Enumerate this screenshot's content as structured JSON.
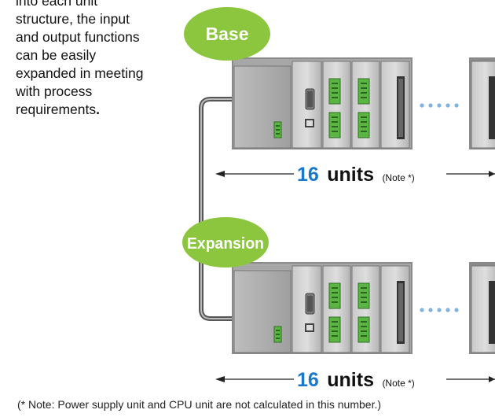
{
  "intro": {
    "lines": [
      "into each unit",
      "structure, the input",
      "and output functions",
      "can be easily",
      "expanded in meeting",
      "with process",
      "requirements"
    ],
    "period": "."
  },
  "badges": {
    "base": "Base",
    "expansion": "Expansion"
  },
  "rows": [
    {
      "count": "16",
      "unit_word": "units",
      "note_ref": "(Note *)"
    },
    {
      "count": "16",
      "unit_word": "units",
      "note_ref": "(Note *)"
    }
  ],
  "footnote": "(* Note: Power supply unit and CPU unit are not calculated in this number.)",
  "colors": {
    "badge_green": "#8cc63f",
    "count_blue": "#1a77c9",
    "rack_gray": "#9a9a9a",
    "terminal_green": "#5ab542",
    "dots_blue": "#7fb2e0"
  }
}
